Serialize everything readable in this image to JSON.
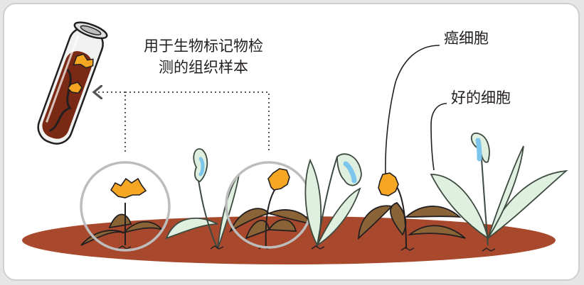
{
  "labels": {
    "sample_line1": "用于生物标记物检",
    "sample_line2": "测的组织样本",
    "cancer_cells": "癌细胞",
    "good_cells": "好的细胞"
  },
  "colors": {
    "soil": "#a8492d",
    "healthy_leaf": "#dff0e1",
    "healthy_outline": "#3d4a3f",
    "diseased_leaf": "#8a6436",
    "flower": "#f5a623",
    "blue_spathe": "#7cc6ec",
    "tube_tissue": "#7a2a14",
    "frame_border": "#cfcfcf"
  },
  "icons": [
    "test-tube-icon",
    "dashed-arrow-icon",
    "magnifier-circle-icon"
  ]
}
